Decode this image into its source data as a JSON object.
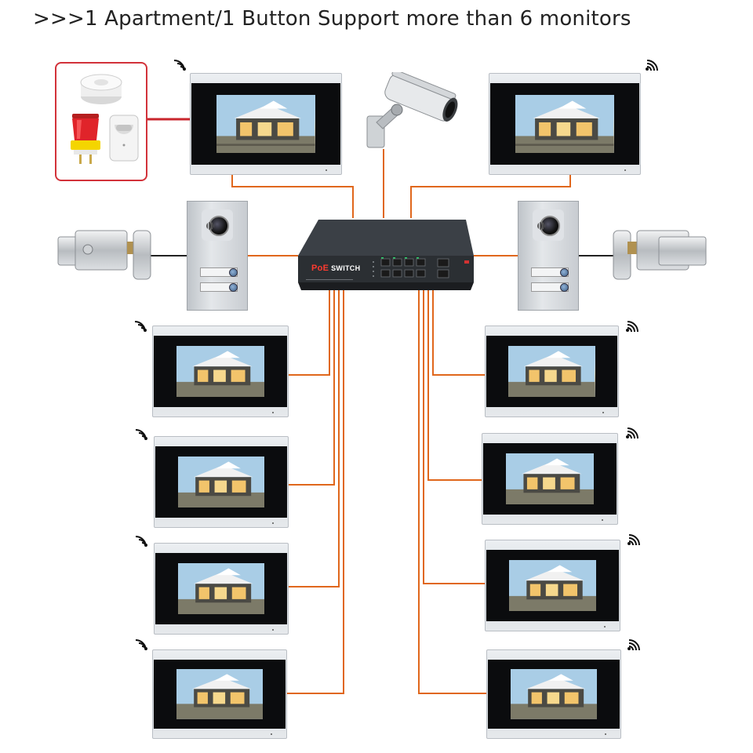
{
  "header": {
    "title": ">>>1 Apartment/1 Button Support more than 6 monitors"
  },
  "diagram": {
    "switch": {
      "brand_text": "PoE",
      "label": "SWITCH"
    },
    "icons": {
      "wifi": "wifi-icon",
      "camera": "cctv-camera-icon",
      "smoke_detector": "smoke-detector-icon",
      "alarm_siren": "alarm-siren-icon",
      "pir_sensor": "motion-sensor-icon",
      "door_lock": "electric-lock-icon",
      "door_station": "door-station-icon",
      "poe_switch": "poe-switch-icon"
    },
    "colors": {
      "wire": "#e0671c",
      "sensor_link": "#c8262c",
      "highlight_border": "#d2323a",
      "monitor_frame": "#d9dde1",
      "screen_bezel": "#0b0c0e"
    },
    "left_monitor_count": 5,
    "right_monitor_count": 5
  }
}
